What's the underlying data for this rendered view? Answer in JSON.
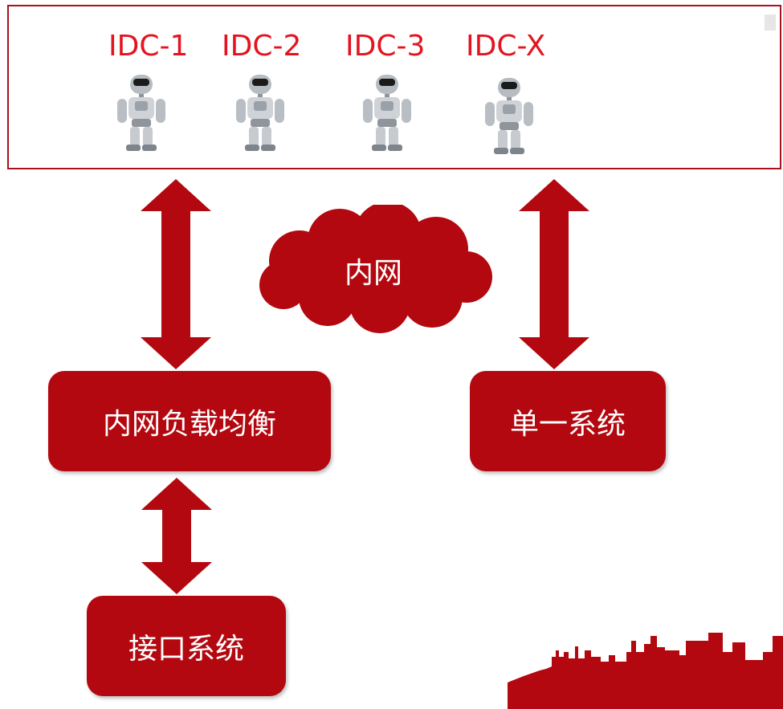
{
  "idc_panel": {
    "servers": [
      {
        "label": "IDC-1"
      },
      {
        "label": "IDC-2"
      },
      {
        "label": "IDC-3"
      },
      {
        "label": "IDC-X"
      }
    ]
  },
  "network": {
    "label": "内网"
  },
  "nodes": {
    "load_balancer": "内网负载均衡",
    "single_system": "单一系统",
    "interface_system": "接口系统"
  },
  "colors": {
    "primary": "#b3080f",
    "label_red": "#e3141f",
    "border": "#a8121a"
  }
}
